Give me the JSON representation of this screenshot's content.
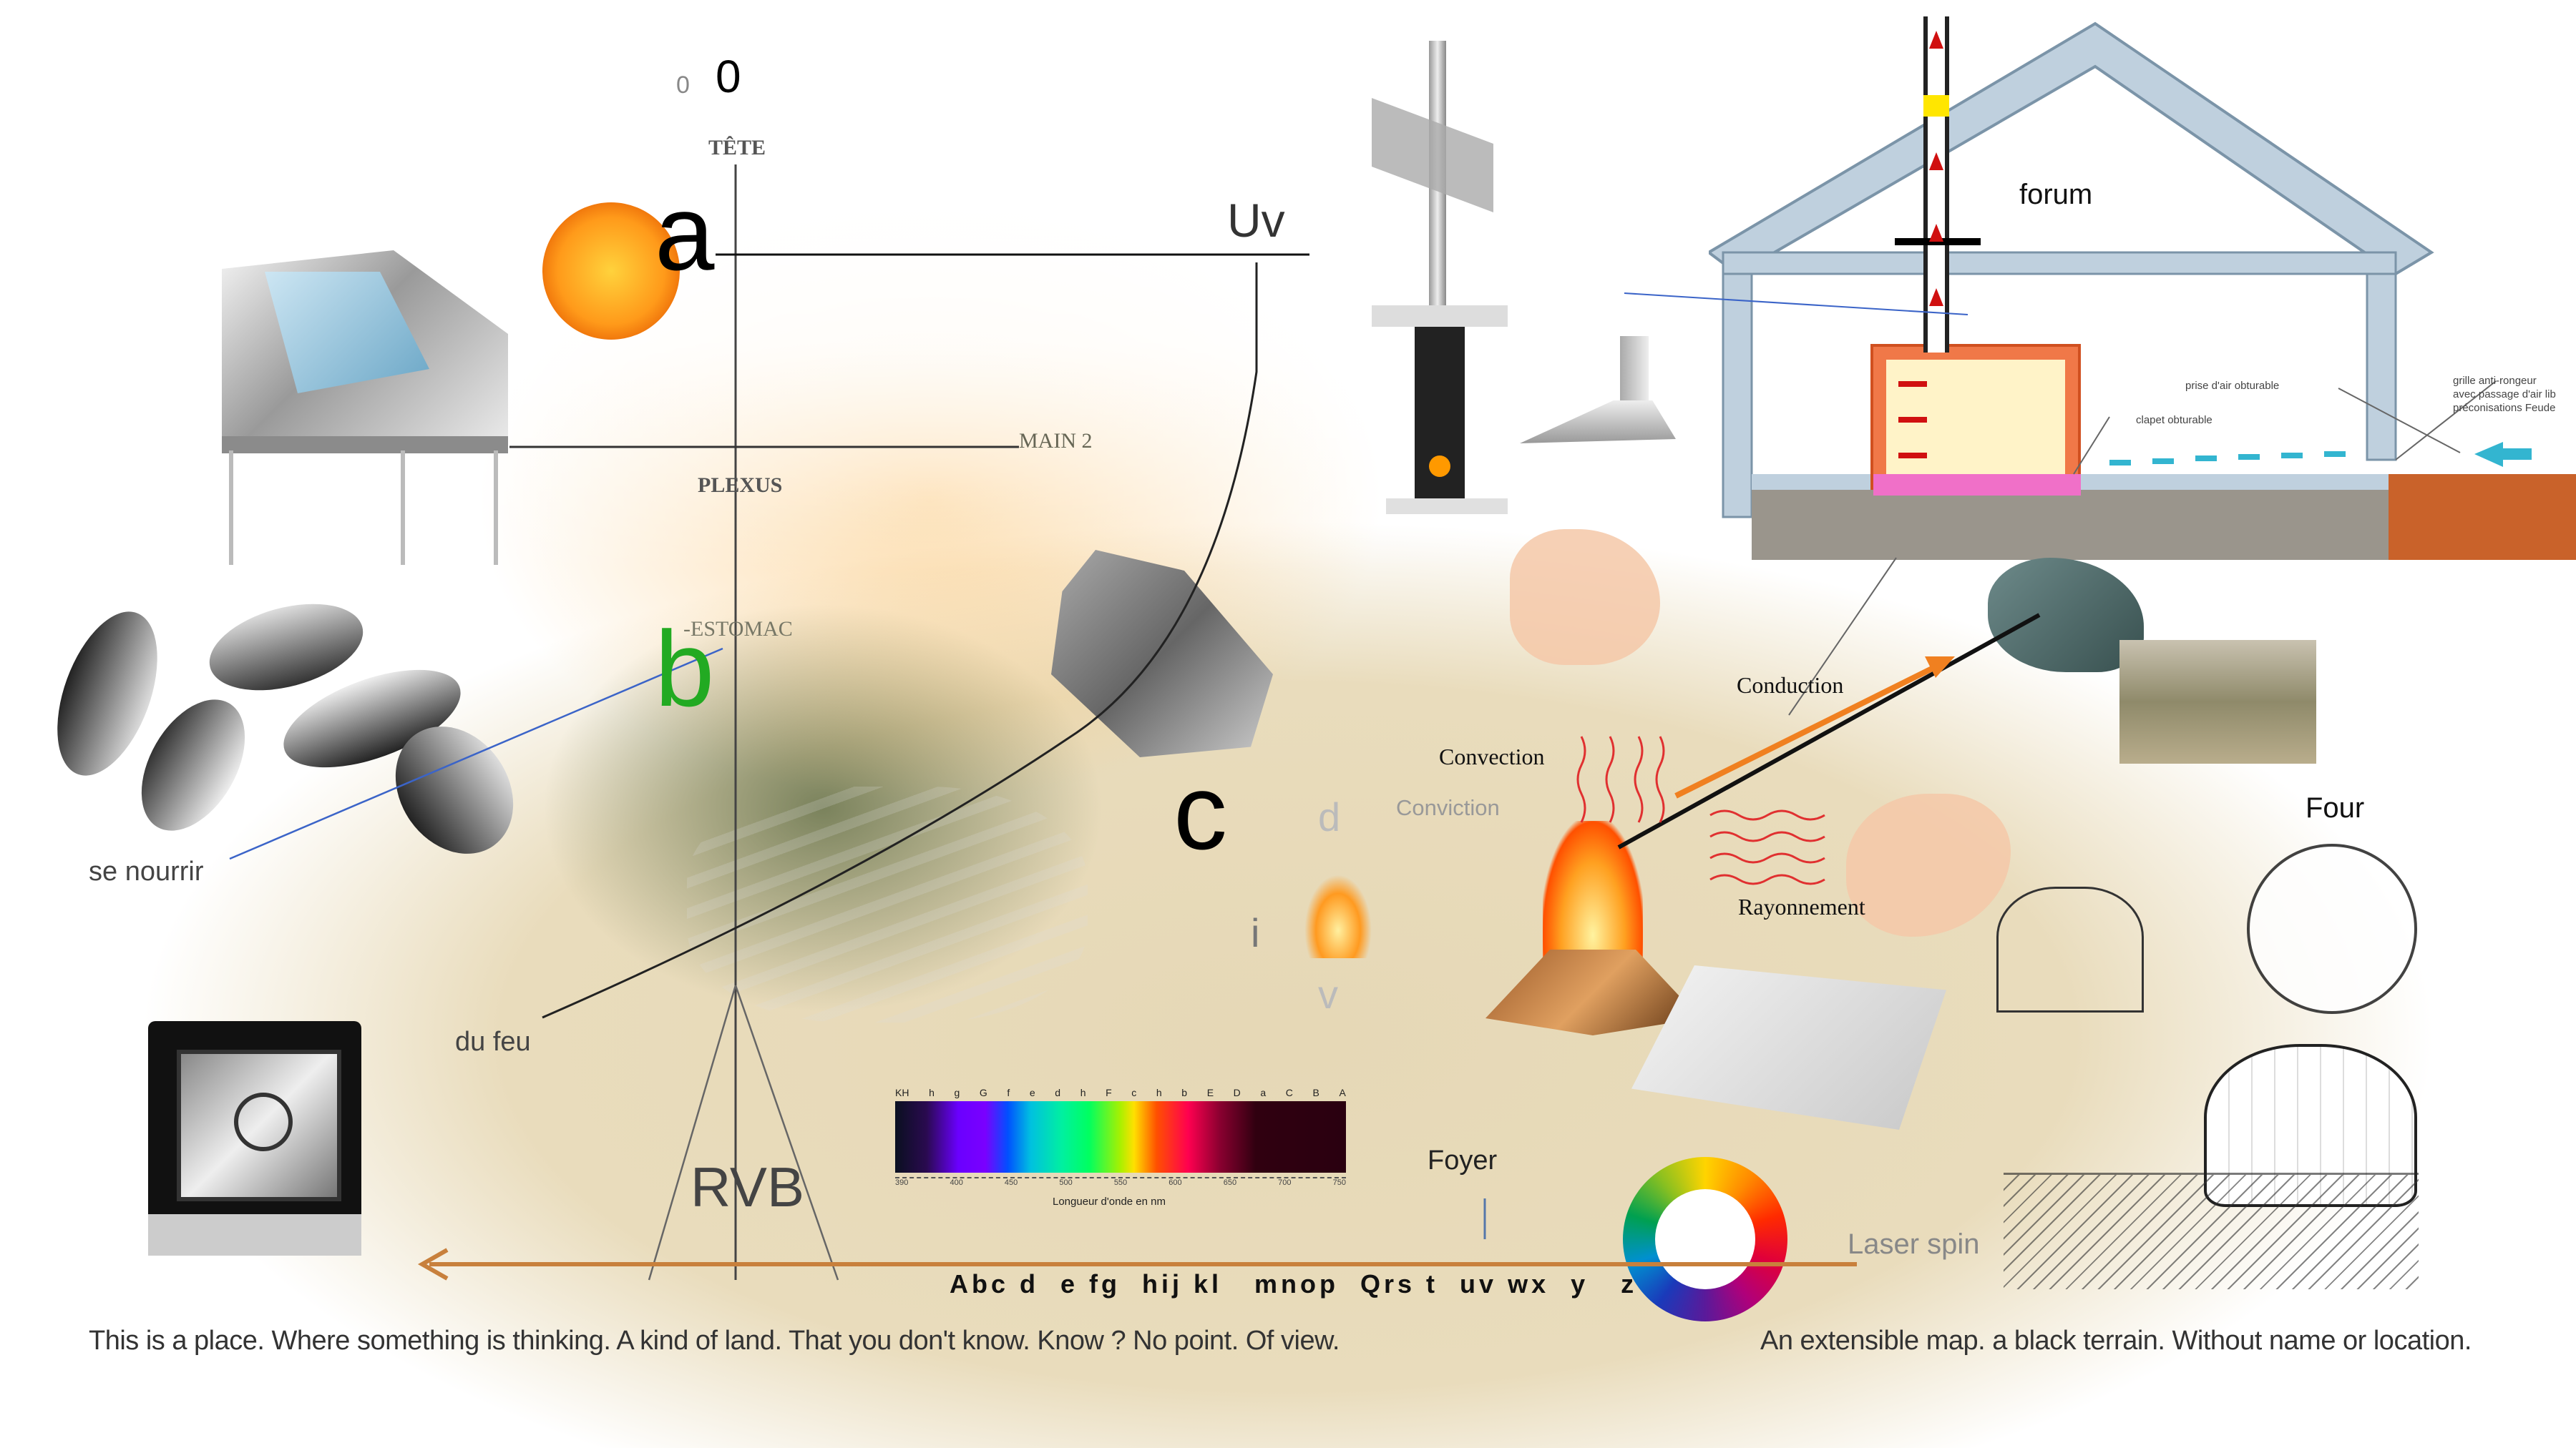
{
  "axis": {
    "zero_small": "0",
    "zero_large": "0",
    "tete": "TÊTE",
    "main2": "MAIN 2",
    "plexus": "PLEXUS",
    "estomac": "-ESTOMAC"
  },
  "letters": {
    "a": "a",
    "b": "b",
    "c": "c",
    "d": "d",
    "i": "i",
    "v": "v"
  },
  "labels": {
    "uv": "Uv",
    "se_nourrir": "se nourrir",
    "du_feu": "du feu",
    "rvb": "RVB",
    "foyer": "Foyer",
    "laser_spin": "Laser spin",
    "four": "Four",
    "forum": "forum",
    "conduction": "Conduction",
    "convection": "Convection",
    "conviction": "Conviction",
    "rayonnement": "Rayonnement"
  },
  "house_diagram": {
    "prise_air": "prise d'air obturable",
    "clapet": "clapet obturable",
    "grille_lines": [
      "grille anti-rongeur",
      "avec passage d'air lib",
      "préconisations Feude"
    ]
  },
  "spectrum": {
    "lines": [
      "KH",
      "h",
      "g",
      "G",
      "f",
      "e",
      "d",
      "h",
      "F",
      "c",
      "h",
      "b",
      "E",
      "D",
      "a",
      "C",
      "B",
      "A"
    ],
    "ticks": [
      "390",
      "400",
      "450",
      "500",
      "550",
      "600",
      "650",
      "700",
      "750"
    ],
    "caption": "Longueur d'onde en nm"
  },
  "alphabet": "Abc d  e fg  hij kl   mnop  Qrs t  uv wx  y   z",
  "footer": {
    "left": "This is a place. Where something is thinking. A kind of land. That you don't know. Know ? No point. Of view.",
    "right": "An extensible map. a black terrain. Without name or location."
  },
  "colors": {
    "green_b": "#22aa22",
    "arrow": "#c8803c",
    "blue_line": "#3b64c8"
  }
}
